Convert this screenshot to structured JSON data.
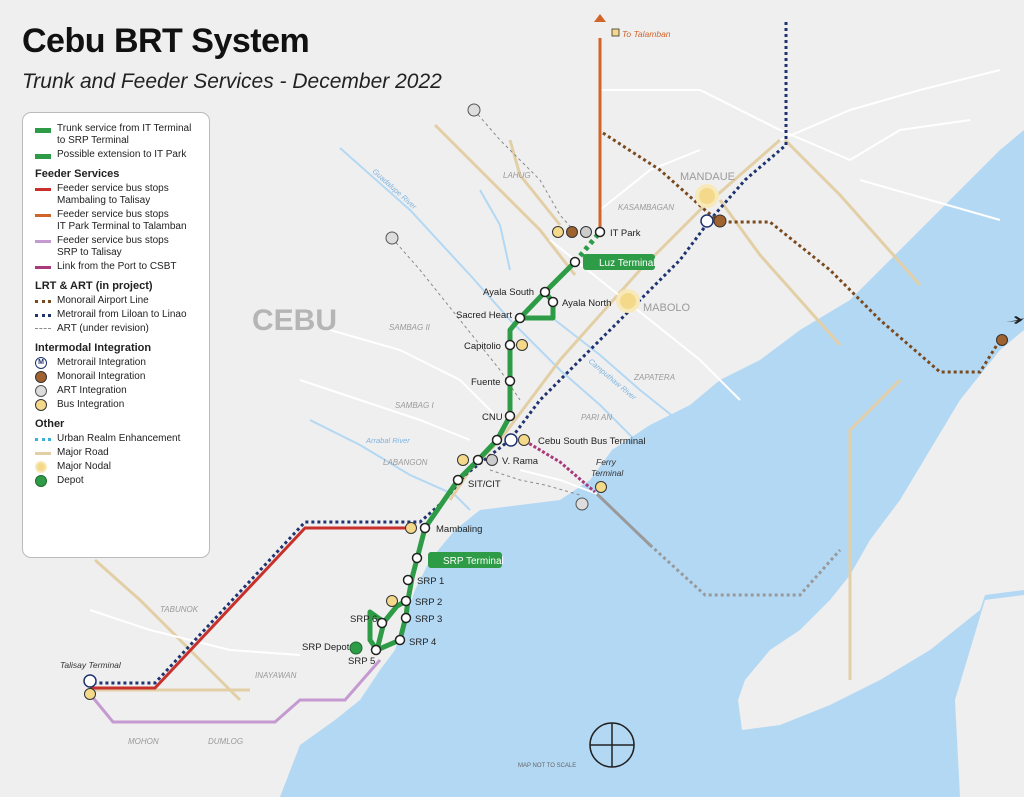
{
  "header": {
    "title": "Cebu BRT System",
    "subtitle": "Trunk and Feeder Services - December 2022"
  },
  "legend": {
    "trunk": [
      "Trunk service from IT Terminal",
      "to SRP Terminal"
    ],
    "extension": "Possible extension to IT Park",
    "feeder_heading": "Feeder Services",
    "feeder_red": [
      "Feeder service bus stops",
      "Mambaling to Talisay"
    ],
    "feeder_orange": [
      "Feeder service bus stops",
      "IT Park Terminal to Talamban"
    ],
    "feeder_lilac": [
      "Feeder service bus stops",
      "SRP to Talisay"
    ],
    "feeder_magenta": "Link from the Port to CSBT",
    "lrt_heading": "LRT & ART (in project)",
    "monorail": "Monorail Airport Line",
    "metrorail": "Metrorail from Liloan to Linao",
    "art": "ART (under revision)",
    "intermodal_heading": "Intermodal Integration",
    "metrorail_integration": "Metrorail Integration",
    "monorail_integration": "Monorail Integration",
    "art_integration": "ART Integration",
    "bus_integration": "Bus Integration",
    "other_heading": "Other",
    "urban_realm": "Urban Realm Enhancement",
    "major_road": "Major Road",
    "major_nodal": "Major Nodal",
    "depot": "Depot"
  },
  "stations": {
    "it_park": "IT Park",
    "luz_terminal": "Luz Terminal",
    "ayala_south": "Ayala South",
    "ayala_north": "Ayala North",
    "sacred_heart": "Sacred Heart",
    "capitolio": "Capitolio",
    "fuente": "Fuente",
    "cnu": "CNU",
    "cebu_south": "Cebu South Bus Terminal",
    "v_rama": "V. Rama",
    "sit_cit": "SIT/CIT",
    "mambaling": "Mambaling",
    "srp_terminal": "SRP Terminal",
    "srp1": "SRP 1",
    "srp2": "SRP 2",
    "srp3": "SRP 3",
    "srp4": "SRP 4",
    "srp5": "SRP 5",
    "srp6": "SRP 6",
    "srp_depot": "SRP Depot",
    "talisay_terminal": "Talisay Terminal",
    "ferry_terminal": [
      "Ferry",
      "Terminal"
    ],
    "to_talamban": "To Talamban"
  },
  "places": {
    "cebu": "CEBU",
    "mandaue": "MANDAUE",
    "mabolo": "MABOLO",
    "lahug": "LAHUG",
    "kasambagan": "KASAMBAGAN",
    "sambag2": "SAMBAG II",
    "sambag1": "SAMBAG I",
    "zapatera": "ZAPATERA",
    "parian": "PARI AN",
    "labangon": "LABANGON",
    "tabunok": "TABUNOK",
    "inayawan": "INAYAWAN",
    "mohon": "MOHON",
    "dumlog": "DUMLOG"
  },
  "rivers": {
    "guadalupe": "Guadalupe River",
    "carmen": "Camputhaw River",
    "arrabal": "Arrabal River"
  },
  "footer": {
    "scale_note": "MAP NOT TO SCALE"
  },
  "colors": {
    "land": "#efefef",
    "sea": "#b3d8f4",
    "trunk": "#2e9b46",
    "feeder_red": "#c8302b",
    "feeder_orange": "#d2642a",
    "feeder_lilac": "#c49ad0",
    "link_magenta": "#a8397a",
    "monorail": "#7a4a1f",
    "metrorail": "#1f3370",
    "art": "#8a8a8a",
    "major_road": "#e3cfa6"
  }
}
